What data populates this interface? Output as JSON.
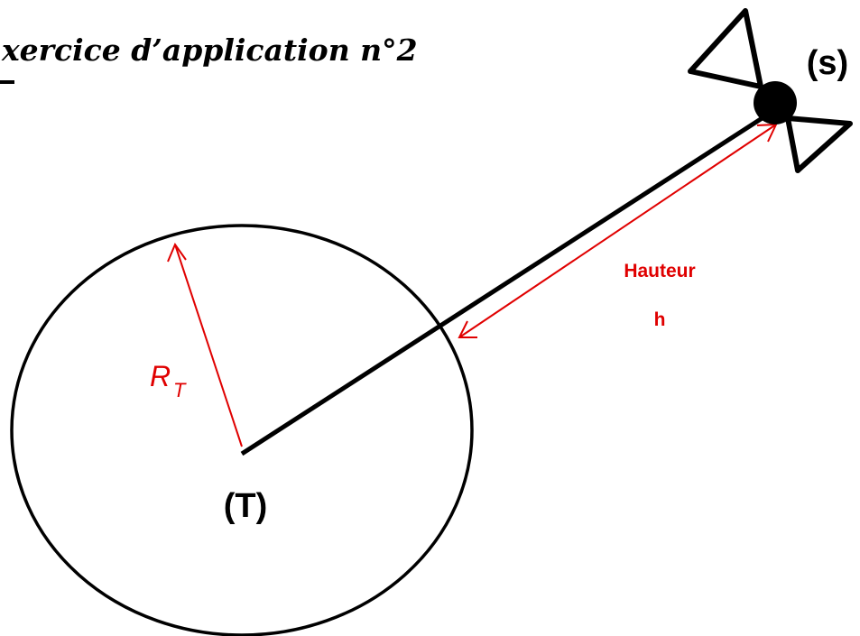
{
  "title": "xercice d’application n°2",
  "labels": {
    "satellite": "(s)",
    "earth": "(T)",
    "height_line1": "Hauteur",
    "height_line2": "h",
    "radius_main": "R",
    "radius_sub": "T"
  },
  "colors": {
    "outline": "#000000",
    "annotation": "#e00000",
    "background": "#ffffff"
  }
}
